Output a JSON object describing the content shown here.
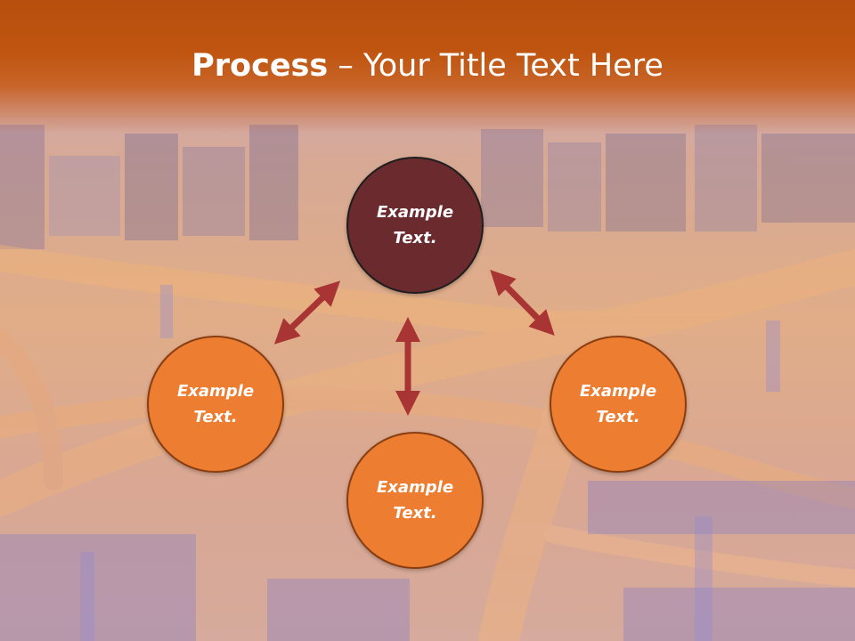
{
  "title": {
    "bold": "Process",
    "rest": " – Your Title Text Here"
  },
  "nodes": {
    "top": {
      "line1": "Example",
      "line2": "Text."
    },
    "left": {
      "line1": "Example",
      "line2": "Text."
    },
    "right": {
      "line1": "Example",
      "line2": "Text."
    },
    "bottom": {
      "line1": "Example",
      "line2": "Text."
    }
  },
  "colors": {
    "title_bar": "#bf5510",
    "node_orange": "#ed7d31",
    "node_dark": "#6b2b2e",
    "arrow": "#a83434"
  },
  "icons": [
    "double-arrow-icon"
  ]
}
